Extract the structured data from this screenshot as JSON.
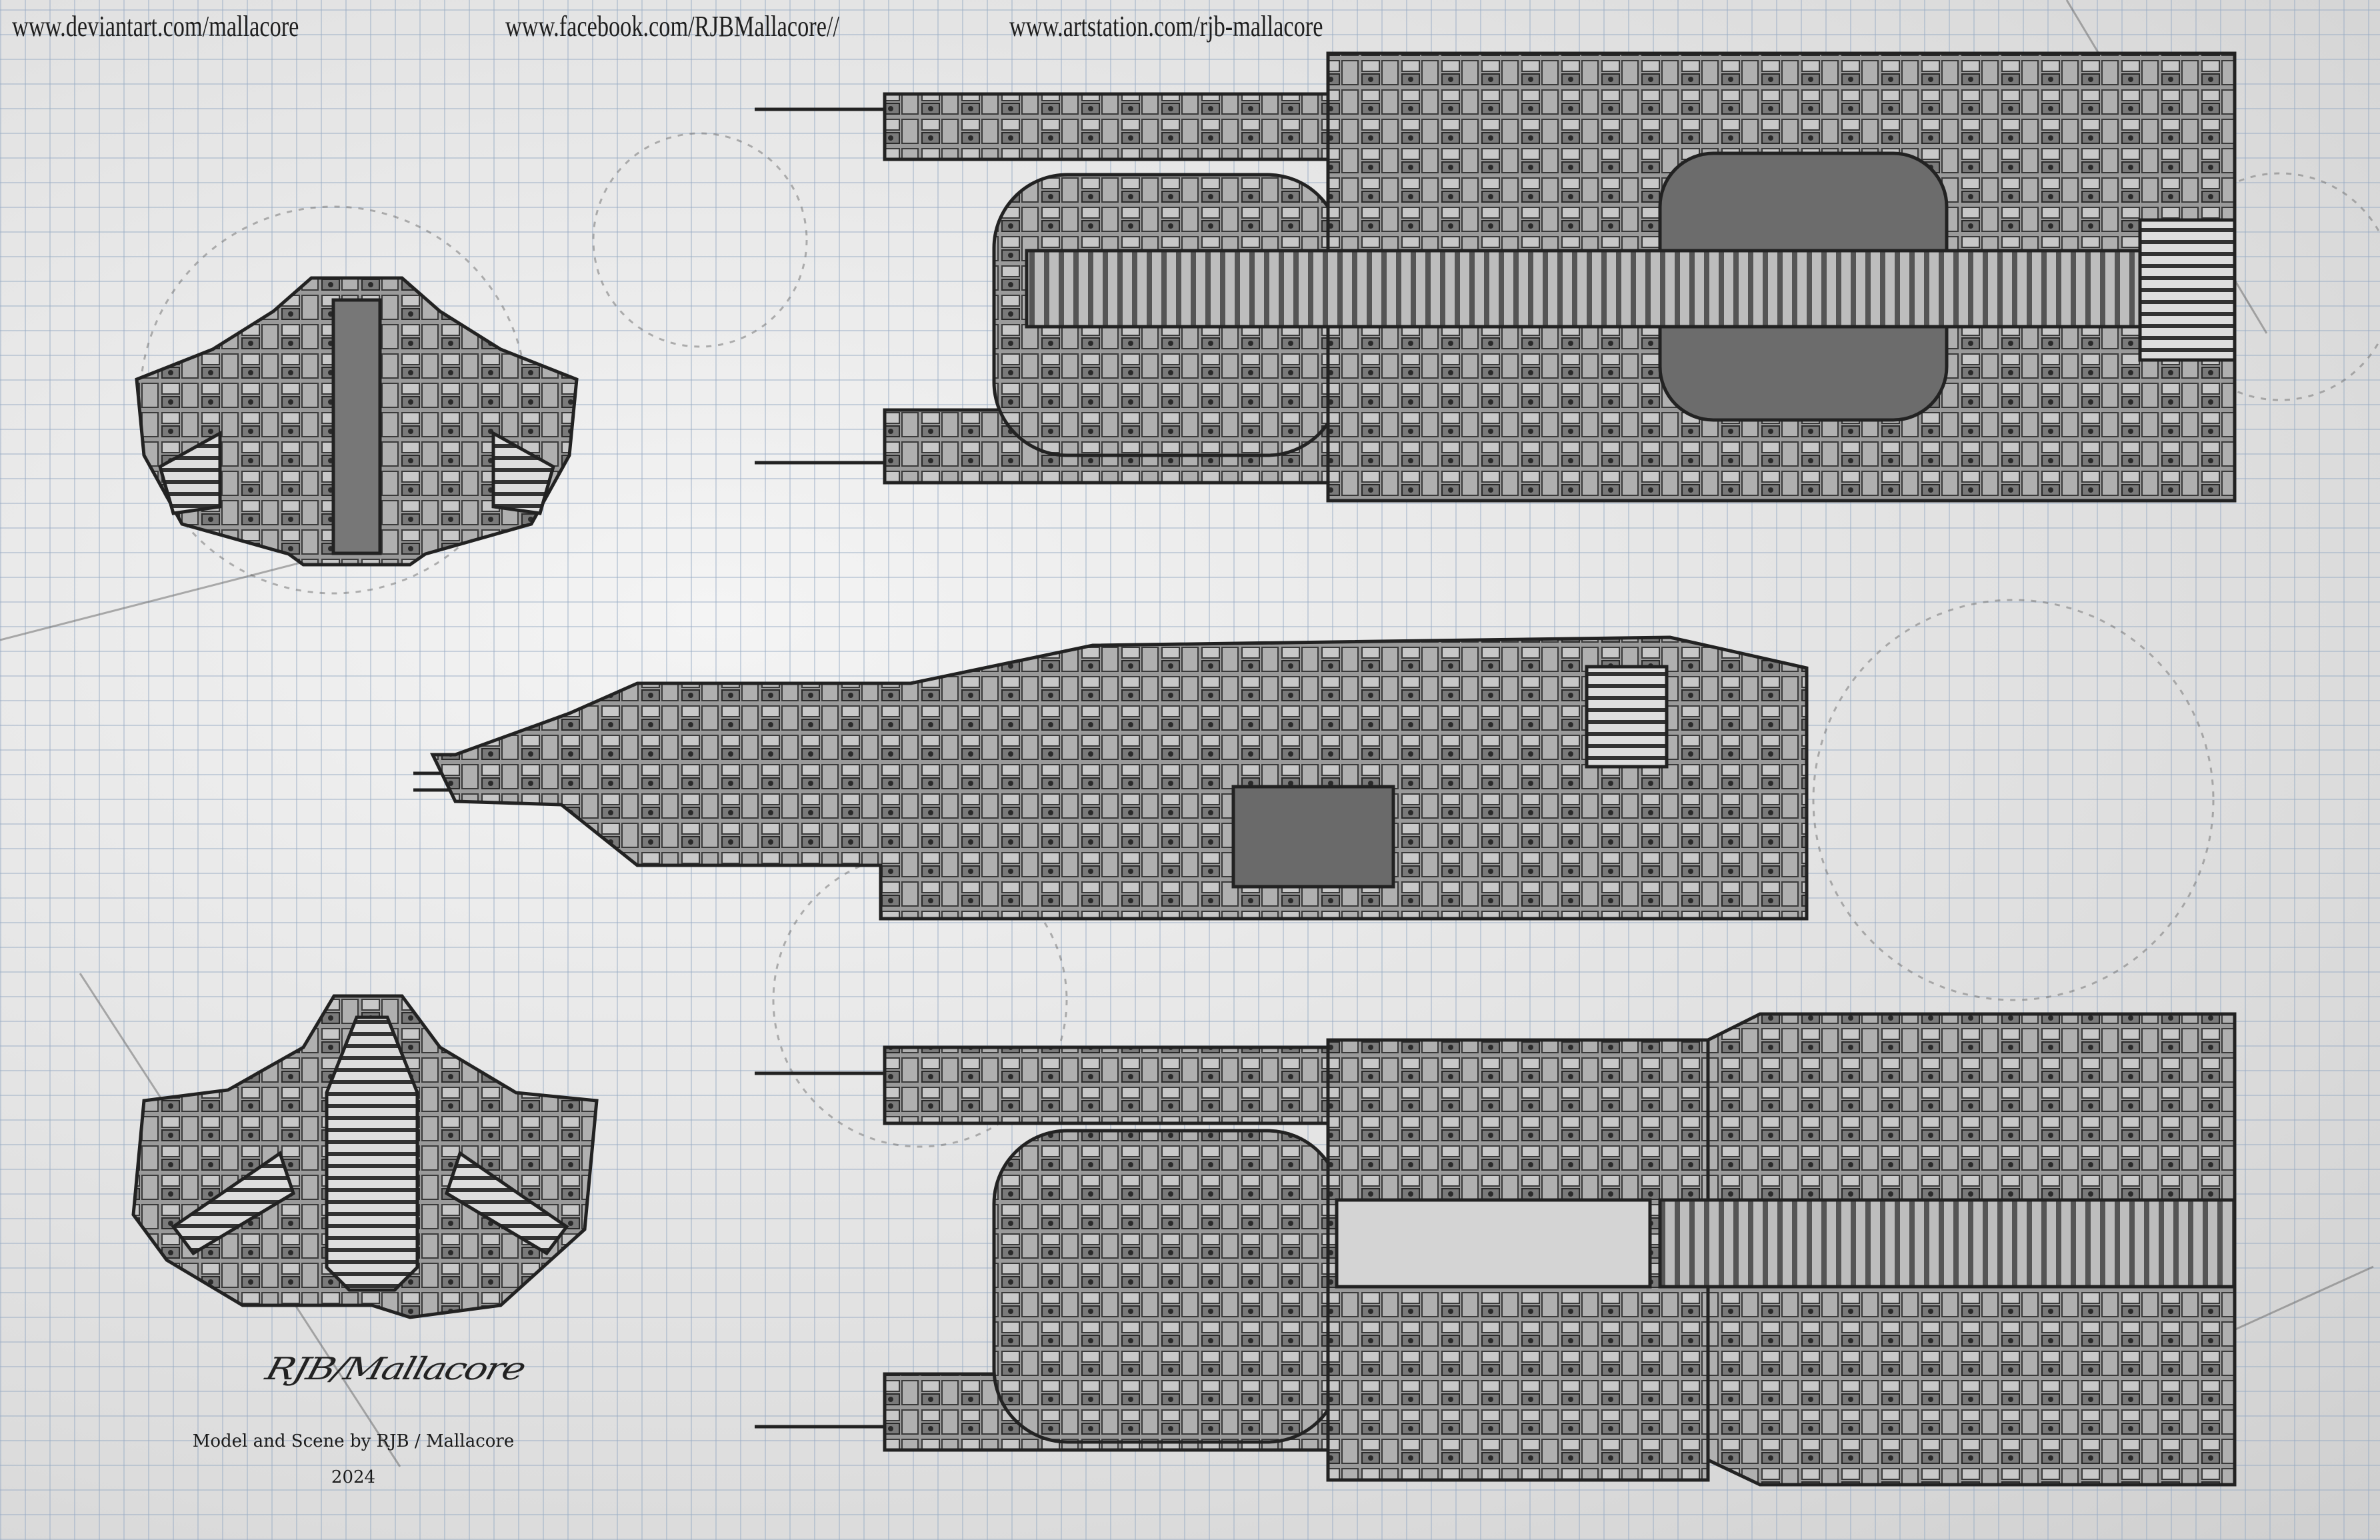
{
  "header": {
    "links": [
      "www.deviantart.com/mallacore",
      "www.facebook.com/RJBMallacore//",
      "www.artstation.com/rjb-mallacore"
    ]
  },
  "signature": "RJB/Mallacore",
  "credit": {
    "line": "Model and Scene by RJB / Mallacore",
    "year": "2024"
  },
  "colors": {
    "paper": "#e9eaeb",
    "grid": "#96aac3",
    "hull": "#8a8a8a",
    "ink": "#1e1e1e"
  }
}
